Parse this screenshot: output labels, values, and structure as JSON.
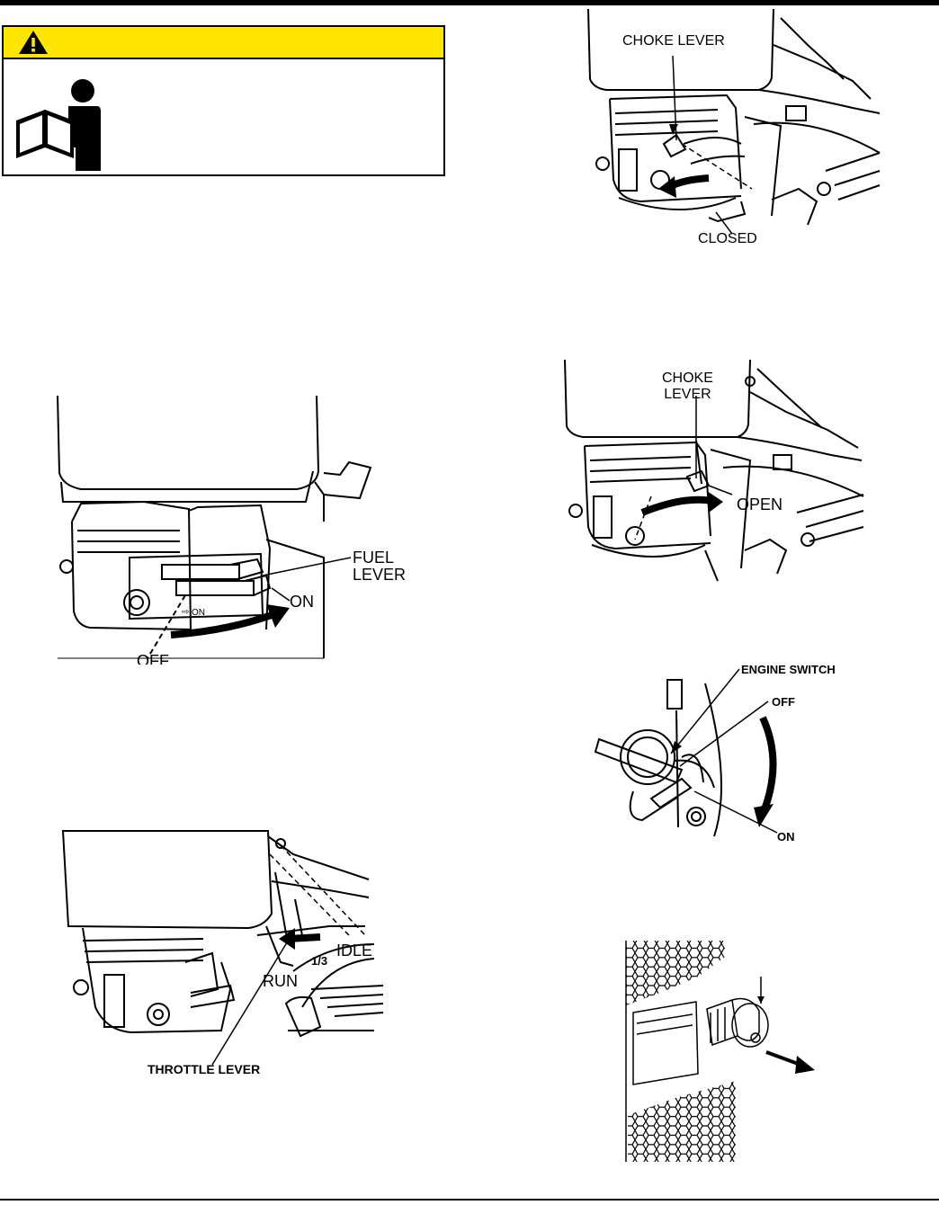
{
  "figures": {
    "fuel": {
      "lever": "FUEL\nLEVER",
      "on": "ON",
      "off": "OFF"
    },
    "throttle": {
      "run": "RUN",
      "idle": "IDLE",
      "third": "1/3",
      "lever": "THROTTLE LEVER"
    },
    "choke_closed": {
      "lever": "CHOKE LEVER",
      "closed": "CLOSED"
    },
    "choke_open": {
      "lever": "CHOKE\nLEVER",
      "open": "OPEN"
    },
    "switch": {
      "name": "ENGINE SWITCH",
      "off": "OFF",
      "on": "ON"
    }
  },
  "colors": {
    "warning_yellow": "#ffe600",
    "ink": "#000000"
  },
  "icons": [
    "warning-triangle-icon",
    "read-manual-icon"
  ]
}
